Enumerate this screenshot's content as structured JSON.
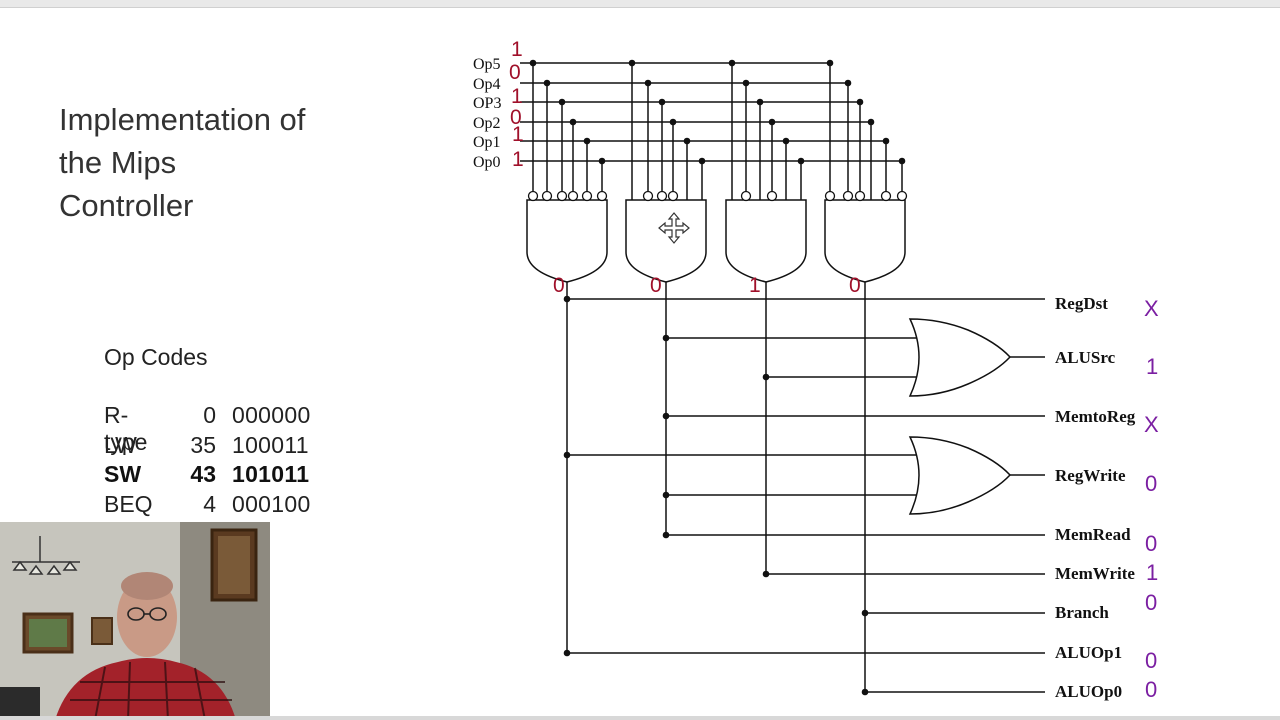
{
  "slide": {
    "title_lines": [
      "Implementation of",
      "the Mips",
      "Controller"
    ]
  },
  "opcodes": {
    "heading": "Op Codes",
    "rows": [
      {
        "name": "R-type",
        "code": "0",
        "bits": "000000",
        "bold": false
      },
      {
        "name": "LW",
        "code": "35",
        "bits": "100011",
        "bold": false
      },
      {
        "name": "SW",
        "code": "43",
        "bits": "101011",
        "bold": true
      },
      {
        "name": "BEQ",
        "code": "4",
        "bits": "000100",
        "bold": false
      }
    ]
  },
  "circuit": {
    "inputs": [
      {
        "label": "Op5",
        "value": "1"
      },
      {
        "label": "Op4",
        "value": "0"
      },
      {
        "label": "OP3",
        "value": "1"
      },
      {
        "label": "Op2",
        "value": "0"
      },
      {
        "label": "Op1",
        "value": "1"
      },
      {
        "label": "Op0",
        "value": "1"
      }
    ],
    "and_gate_outputs": [
      "0",
      "0",
      "1",
      "0"
    ],
    "outputs": [
      {
        "label": "RegDst",
        "value": "X"
      },
      {
        "label": "ALUSrc",
        "value": "1"
      },
      {
        "label": "MemtoReg",
        "value": "X"
      },
      {
        "label": "RegWrite",
        "value": "0"
      },
      {
        "label": "MemRead",
        "value": "0"
      },
      {
        "label": "MemWrite",
        "value": "1"
      },
      {
        "label": "Branch",
        "value": "0"
      },
      {
        "label": "ALUOp1",
        "value": "0"
      },
      {
        "label": "ALUOp0",
        "value": "0"
      }
    ],
    "colors": {
      "input_value": "#a0102a",
      "gate_output_value": "#a0102a",
      "output_value": "#7b1fa2",
      "wire": "#111111"
    }
  },
  "icons": {
    "cursor": "move-cursor-icon"
  }
}
